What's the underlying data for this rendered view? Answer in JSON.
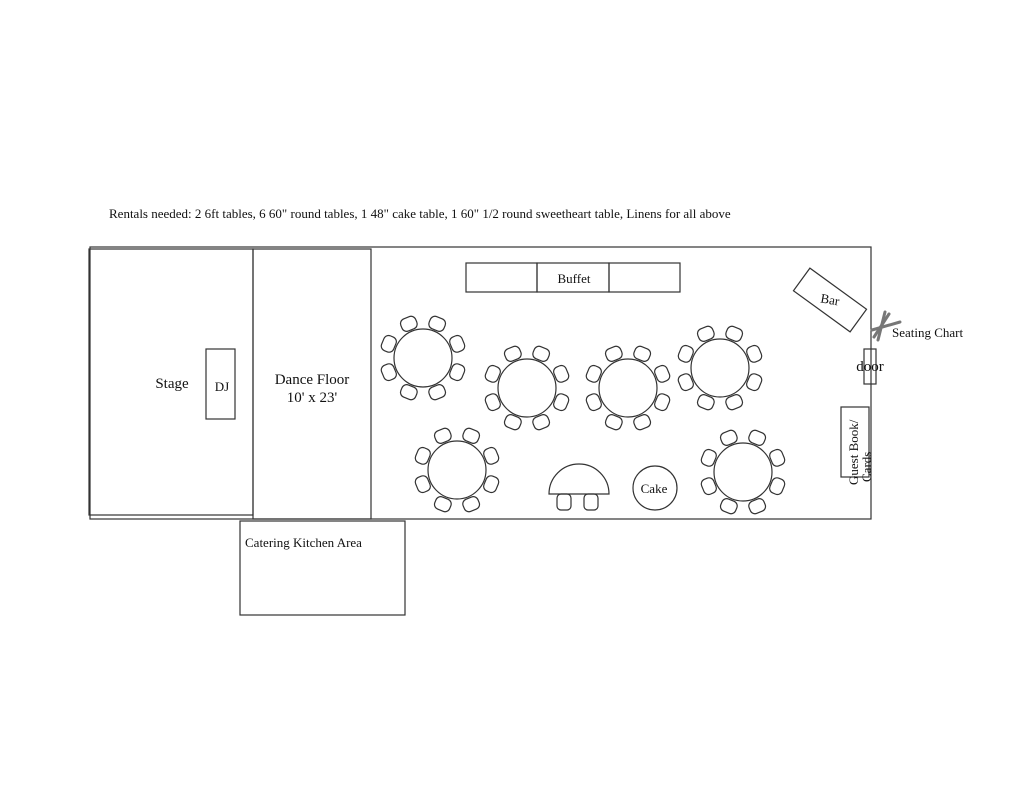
{
  "rentals_note": "Rentals needed: 2 6ft tables, 6 60\" round tables, 1 48\" cake table, 1 60\" 1/2 round sweetheart table, Linens for all above",
  "labels": {
    "stage": "Stage",
    "dj": "DJ",
    "dance_floor_line1": "Dance Floor",
    "dance_floor_line2": "10' x 23'",
    "buffet": "Buffet",
    "bar": "Bar",
    "seating_chart": "Seating Chart",
    "door": "door",
    "guest_book_line1": "Guest Book/",
    "guest_book_line2": "Cards",
    "cake": "Cake",
    "catering": "Catering Kitchen Area"
  },
  "round_tables": {
    "count": 6,
    "chairs_per_table": 8
  },
  "colors": {
    "stroke": "#333333",
    "easel": "#777777"
  }
}
